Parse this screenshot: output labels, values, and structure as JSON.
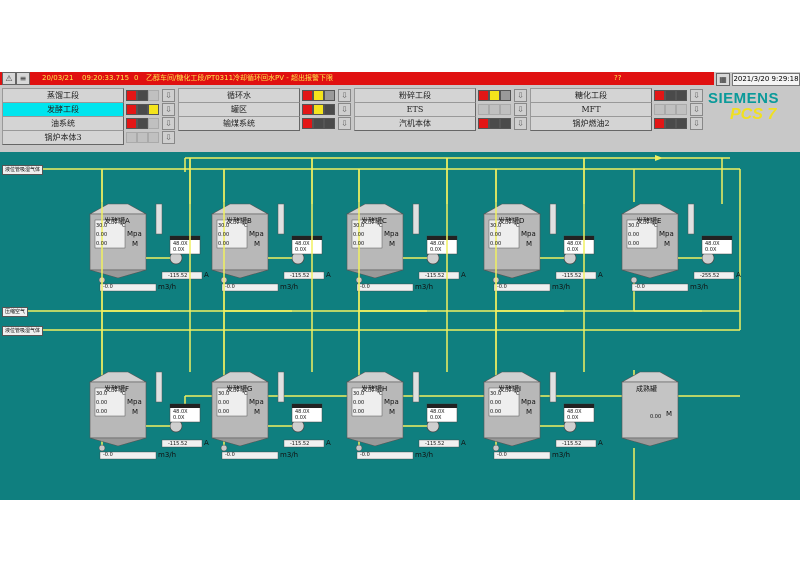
{
  "alarm": {
    "date": "20/03/21",
    "time": "09:20:33.715",
    "prio": "0",
    "message": "乙醇车间/糖化工段/PT0311冷却循环回水PV - 超出报警下限",
    "q": "??"
  },
  "datetime": "2021/3/20 9:29:18",
  "nav": [
    [
      {
        "label": "蒸馏工段",
        "status": [
          "r",
          "k",
          "off"
        ]
      },
      {
        "label": "循环水",
        "status": [
          "r",
          "y",
          "g"
        ]
      },
      {
        "label": "粉碎工段",
        "status": [
          "r",
          "y",
          "g"
        ]
      },
      {
        "label": "糖化工段",
        "status": [
          "r",
          "k",
          "k"
        ]
      }
    ],
    [
      {
        "label": "发酵工段",
        "active": true,
        "status": [
          "r",
          "k",
          "y"
        ]
      },
      {
        "label": "罐区",
        "status": [
          "r",
          "y",
          "k"
        ]
      },
      {
        "label": "ETS",
        "status": [
          "off",
          "off",
          "off"
        ]
      },
      {
        "label": "MFT",
        "status": [
          "off",
          "off",
          "off"
        ]
      }
    ],
    [
      {
        "label": "油系统",
        "status": [
          "r",
          "k",
          "off"
        ]
      },
      {
        "label": "输煤系统",
        "status": [
          "r",
          "k",
          "k"
        ]
      },
      {
        "label": "汽机本体",
        "status": [
          "r",
          "k",
          "k"
        ]
      },
      {
        "label": "锅炉燃油2",
        "status": [
          "r",
          "k",
          "k"
        ]
      }
    ],
    [
      {
        "label": "锅炉本体3",
        "status": [
          "off",
          "off",
          "off"
        ]
      }
    ]
  ],
  "brand": {
    "name": "SIEMENS",
    "product": "PCS 7"
  },
  "lines": {
    "co2": "液位管吸湿气体",
    "air": "压缩空气"
  },
  "tanks": [
    {
      "name": "发酵罐A",
      "temp": "30.0",
      "temp_unit": "℃",
      "press": "0.00",
      "press_unit": "Mpa",
      "level": "0.00",
      "level_unit": "M",
      "out1": "48.0X",
      "out2": "0.0X",
      "flow": "-0.0",
      "flow_unit": "m3/h",
      "current": "-115.52",
      "current_unit": "A"
    },
    {
      "name": "发酵罐B",
      "temp": "30.0",
      "temp_unit": "℃",
      "press": "0.00",
      "press_unit": "Mpa",
      "level": "0.00",
      "level_unit": "M",
      "out1": "48.0X",
      "out2": "0.0X",
      "flow": "-0.0",
      "flow_unit": "m3/h",
      "current": "-115.52",
      "current_unit": "A"
    },
    {
      "name": "发酵罐C",
      "temp": "30.0",
      "temp_unit": "℃",
      "press": "0.00",
      "press_unit": "Mpa",
      "level": "0.00",
      "level_unit": "M",
      "out1": "48.0X",
      "out2": "0.0X",
      "flow": "-0.0",
      "flow_unit": "m3/h",
      "current": "-115.52",
      "current_unit": "A"
    },
    {
      "name": "发酵罐D",
      "temp": "30.0",
      "temp_unit": "℃",
      "press": "0.00",
      "press_unit": "Mpa",
      "level": "0.00",
      "level_unit": "M",
      "out1": "48.0X",
      "out2": "0.0X",
      "flow": "-0.0",
      "flow_unit": "m3/h",
      "current": "-115.52",
      "current_unit": "A"
    },
    {
      "name": "发酵罐E",
      "temp": "30.0",
      "temp_unit": "℃",
      "press": "0.00",
      "press_unit": "Mpa",
      "level": "0.00",
      "level_unit": "M",
      "out1": "48.0X",
      "out2": "0.0X",
      "flow": "-0.0",
      "flow_unit": "m3/h",
      "current": "-255.52",
      "current_unit": "A"
    },
    {
      "name": "发酵罐F",
      "temp": "30.0",
      "temp_unit": "℃",
      "press": "0.00",
      "press_unit": "Mpa",
      "level": "0.00",
      "level_unit": "M",
      "out1": "48.0X",
      "out2": "0.0X",
      "flow": "-0.0",
      "flow_unit": "m3/h",
      "current": "-115.52",
      "current_unit": "A"
    },
    {
      "name": "发酵罐G",
      "temp": "30.0",
      "temp_unit": "℃",
      "press": "0.00",
      "press_unit": "Mpa",
      "level": "0.00",
      "level_unit": "M",
      "out1": "48.0X",
      "out2": "0.0X",
      "flow": "-0.0",
      "flow_unit": "m3/h",
      "current": "-115.52",
      "current_unit": "A"
    },
    {
      "name": "发酵罐H",
      "temp": "30.0",
      "temp_unit": "℃",
      "press": "0.00",
      "press_unit": "Mpa",
      "level": "0.00",
      "level_unit": "M",
      "out1": "48.0X",
      "out2": "0.0X",
      "flow": "-0.0",
      "flow_unit": "m3/h",
      "current": "-115.52",
      "current_unit": "A"
    },
    {
      "name": "发酵罐I",
      "temp": "30.0",
      "temp_unit": "℃",
      "press": "0.00",
      "press_unit": "Mpa",
      "level": "0.00",
      "level_unit": "M",
      "out1": "48.0X",
      "out2": "0.0X",
      "flow": "-0.0",
      "flow_unit": "m3/h",
      "current": "-115.52",
      "current_unit": "A"
    }
  ],
  "mature": {
    "name": "成熟罐",
    "level": "0.00",
    "level_unit": "M"
  },
  "colors": {
    "bg": "#0f7f7f",
    "pipe": "#f0f060",
    "alarm": "#e01010",
    "active_nav": "#00e5ee"
  }
}
